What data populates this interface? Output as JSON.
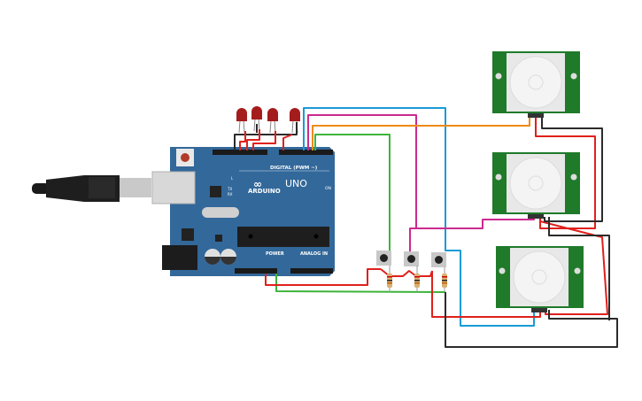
{
  "board": {
    "brand": "ARDUINO",
    "model": "UNO",
    "digital_label": "DIGITAL (PWM ~)",
    "power_label": "POWER",
    "analog_label": "ANALOG IN",
    "on_label": "ON",
    "led_labels": [
      "L",
      "TX",
      "RX"
    ],
    "color": "#33689a"
  },
  "components": {
    "leds": {
      "count": 4,
      "color": "#a51c1c"
    },
    "pir_sensors": {
      "count": 3,
      "color": "#1f7a2a"
    },
    "pushbuttons": {
      "count": 3
    },
    "resistors": {
      "count": 3
    }
  },
  "wire_colors": {
    "red": "#e0201c",
    "black": "#2b2b2b",
    "blue": "#1a9ad6",
    "pink": "#cc2a8f",
    "orange": "#ef8a12",
    "green": "#3db33a"
  }
}
